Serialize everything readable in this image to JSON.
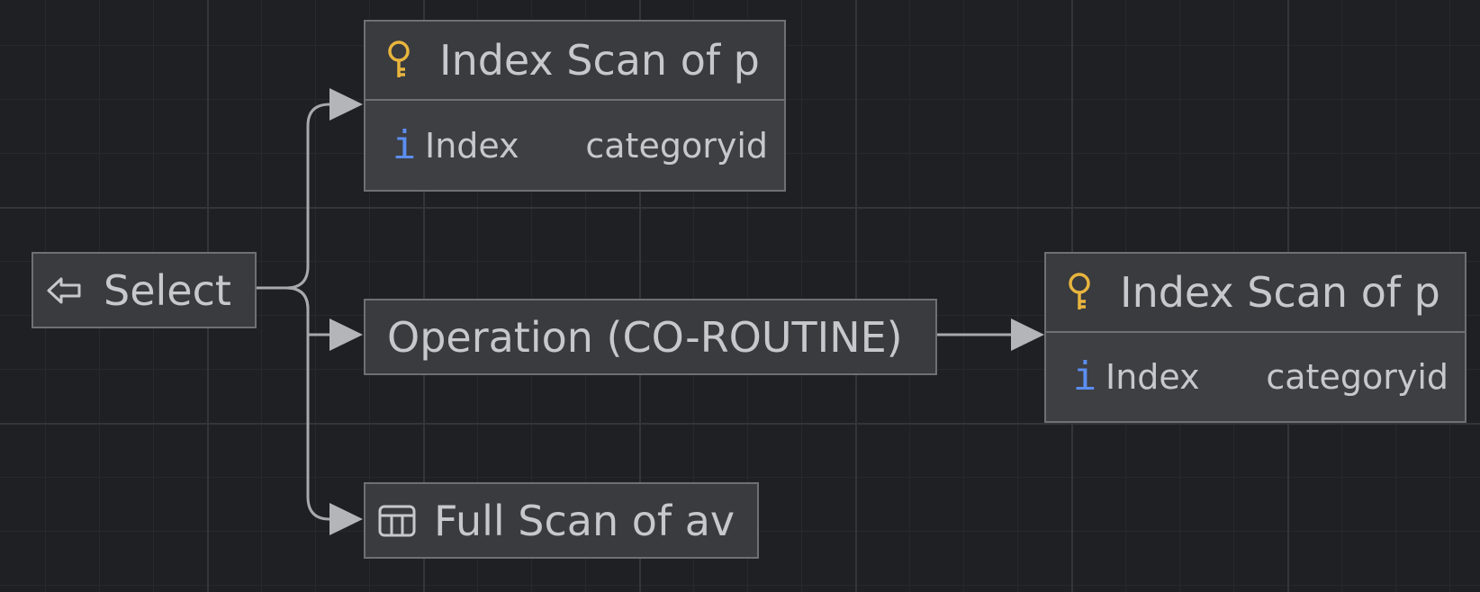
{
  "colors": {
    "background": "#1f2023",
    "node_fill": "#3a3b3e",
    "node_border": "#6e7074",
    "edge": "#a7a9ad",
    "key_icon": "#e8b53e",
    "info_icon": "#5b8ef0",
    "text": "#c6c8cd"
  },
  "nodes": {
    "select": {
      "title": "Select",
      "icon": "arrow-left-icon"
    },
    "index_scan_top": {
      "title": "Index Scan of p",
      "icon": "key-icon",
      "row": {
        "icon": "info-icon",
        "glyph": "i",
        "key": "Index",
        "value": "categoryid"
      }
    },
    "operation": {
      "title": "Operation (CO-ROUTINE)"
    },
    "index_scan_right": {
      "title": "Index Scan of p",
      "icon": "key-icon",
      "row": {
        "icon": "info-icon",
        "glyph": "i",
        "key": "Index",
        "value": "categoryid"
      }
    },
    "full_scan": {
      "title": "Full Scan of av",
      "icon": "table-icon"
    }
  }
}
